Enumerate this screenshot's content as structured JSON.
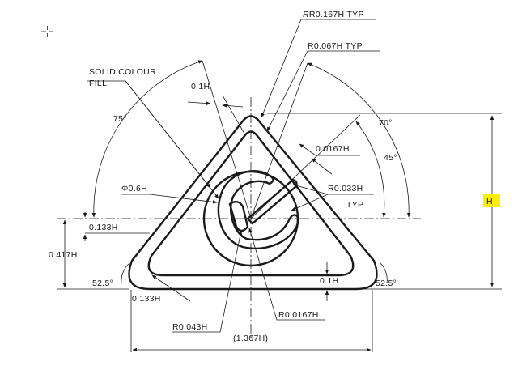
{
  "dimensions": {
    "r_0167_typ": "R0.167H TYP",
    "r_0067_typ": "R0.067H TYP",
    "solid_fill_line1": "SOLID COLOUR",
    "solid_fill_line2": "FILL",
    "dim_01h_top": "0.1H",
    "angle_75": "75°",
    "angle_70": "70°",
    "angle_45": "45°",
    "dim_00167h": "0.0167H",
    "r_0033h": "R0.033H",
    "typ": "TYP",
    "dia_06h": "Φ0.6H",
    "dim_0133h_left": "0.133H",
    "dim_0417h": "0.417H",
    "angle_525_left": "52.5°",
    "angle_525_right": "52.5°",
    "dim_01h_bottom": "0.1H",
    "dim_0133h_bottom": "0.133H",
    "r_0043h": "R0.043H",
    "r_00167h": "R0.0167H",
    "overall_width": "(1.367H)",
    "height_label": "H"
  },
  "colors": {
    "highlight": "#ffee00",
    "ink": "#1a1a1a"
  }
}
